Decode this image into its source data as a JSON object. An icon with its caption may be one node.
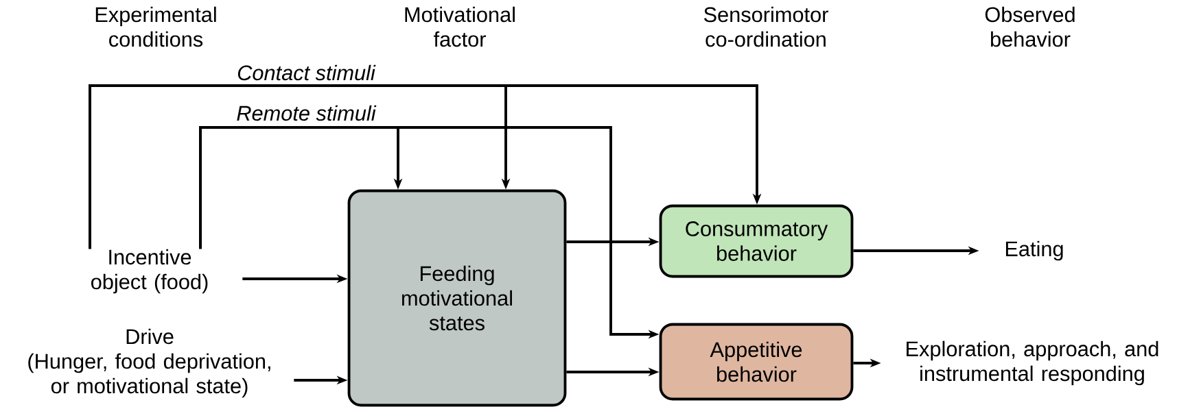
{
  "diagram": {
    "nodes": [
      {
        "text": [
          "Incentive object (food)"
        ]
      },
      {
        "text": [
          "Drive",
          "(Hunger, food deprivation, or motivational state)"
        ]
      },
      {
        "text": [
          "Feeding motivational states"
        ]
      },
      {
        "text": [
          "Consummatory behavior"
        ]
      },
      {
        "text": [
          "Appetitive behavior"
        ]
      },
      {
        "text": [
          "Eating"
        ]
      },
      {
        "text": [
          "Exploration, approach, and instrumental responding"
        ]
      }
    ],
    "edges": [
      {
        "from": 0,
        "to": 2,
        "arrow": "to"
      },
      {
        "from": 1,
        "to": 2,
        "arrow": "to"
      },
      {
        "from": 0,
        "to": 2,
        "arrow": "to",
        "label": "Contact stimuli"
      },
      {
        "from": 0,
        "to": 3,
        "arrow": "to"
      },
      {
        "from": 0,
        "to": 2,
        "arrow": "to",
        "label": "Remote stimuli"
      },
      {
        "from": 0,
        "to": 4,
        "arrow": "to"
      },
      {
        "from": 2,
        "to": 3,
        "arrow": "to"
      },
      {
        "from": 2,
        "to": 4,
        "arrow": "to"
      },
      {
        "from": 3,
        "to": 5,
        "arrow": "to"
      },
      {
        "from": 4,
        "to": 6,
        "arrow": "to"
      }
    ],
    "labels": [
      "Experimental conditions",
      "Motivational factor",
      "Sensorimotor co-ordination",
      "Observed behavior"
    ]
  }
}
